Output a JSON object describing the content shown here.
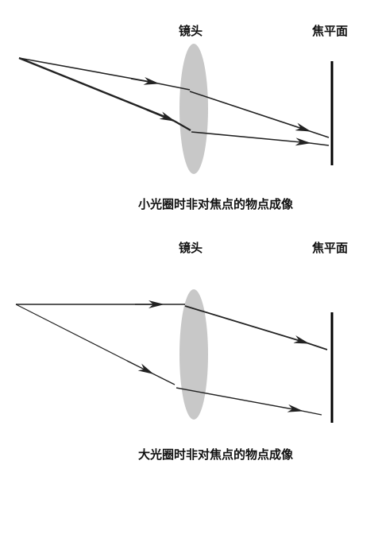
{
  "top_diagram": {
    "lens_label": "镜头",
    "focal_plane_label": "焦平面",
    "caption": "小光圈时非对焦点的物点成像"
  },
  "bottom_diagram": {
    "lens_label": "镜头",
    "focal_plane_label": "焦平面",
    "caption": "大光圈时非对焦点的物点成像"
  },
  "colors": {
    "lens": "#c8c8c8",
    "ray": "#222222",
    "focal_plane": "#000000"
  }
}
